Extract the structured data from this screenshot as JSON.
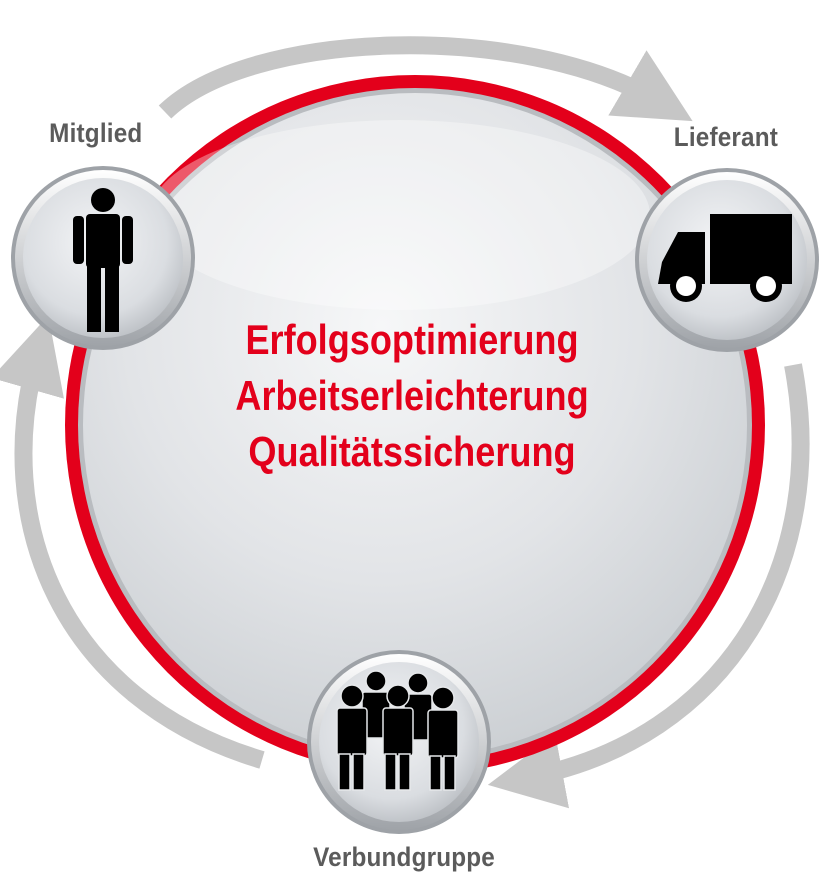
{
  "nodes": {
    "member": {
      "label": "Mitglied",
      "icon": "person-icon"
    },
    "supplier": {
      "label": "Lieferant",
      "icon": "truck-icon"
    },
    "group": {
      "label": "Verbundgruppe",
      "icon": "people-group-icon"
    }
  },
  "center": {
    "lines": [
      "Erfolgsoptimierung",
      "Arbeitserleichterung",
      "Qualitätssicherung"
    ]
  },
  "colors": {
    "accent_red": "#e3001b",
    "arrow_gray": "#c6c6c6",
    "label_gray": "#5b5b5b",
    "icon_black": "#000000"
  }
}
